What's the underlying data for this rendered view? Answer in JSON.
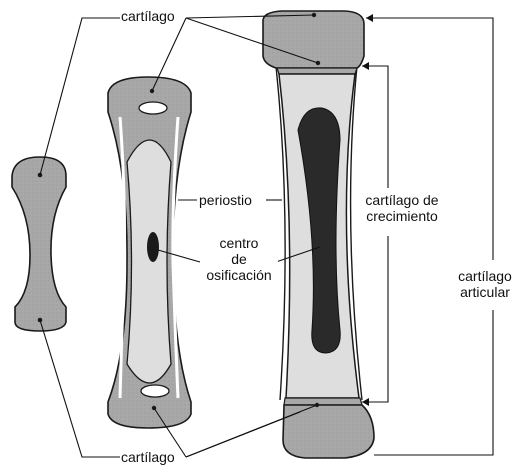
{
  "labels": {
    "cartilago_top": "cartílago",
    "periostio": "periostio",
    "centro_line1": "centro",
    "centro_line2": "de",
    "centro_line3": "osificación",
    "crecimiento_line1": "cartílago de",
    "crecimiento_line2": "crecimiento",
    "articular_line1": "cartílago",
    "articular_line2": "articular",
    "cartilago_bottom": "cartílago"
  },
  "colors": {
    "cartilage": "#a8a8a8",
    "bone": "#dedede",
    "marrow": "#2a2a2a",
    "outline": "#1a1a1a",
    "periosteum": "#ffffff"
  }
}
